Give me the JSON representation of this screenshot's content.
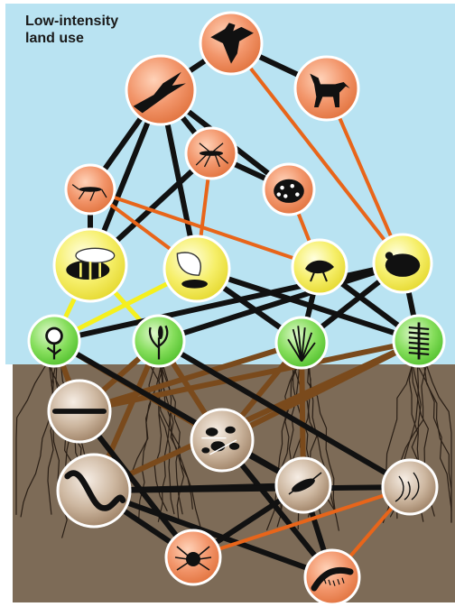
{
  "title": {
    "line1": "Low-intensity",
    "line2": "land use"
  },
  "colors": {
    "sky": "#b9e3f2",
    "soil": "#7d6b57",
    "carnivore_node": "#f0956a",
    "herbivore_node": "#f6ef6a",
    "plant_node": "#7ed957",
    "soil_node": "#c9b59f",
    "black_link": "#111111",
    "orange_link": "#e8651a",
    "yellow_link": "#f5f01e",
    "brown_link": "#7a4a1c"
  },
  "nodes": [
    {
      "id": "raptor",
      "icon": "raptor-icon",
      "group": "carnivore"
    },
    {
      "id": "swallow",
      "icon": "swallow-icon",
      "group": "carnivore"
    },
    {
      "id": "fox",
      "icon": "fox-icon",
      "group": "carnivore"
    },
    {
      "id": "cranefly",
      "icon": "cranefly-icon",
      "group": "carnivore"
    },
    {
      "id": "ladybird",
      "icon": "ladybird-icon",
      "group": "carnivore"
    },
    {
      "id": "lacewing",
      "icon": "lacewing-icon",
      "group": "carnivore"
    },
    {
      "id": "bee",
      "icon": "bee-icon",
      "group": "herbivore"
    },
    {
      "id": "butterfly",
      "icon": "butterfly-icon",
      "group": "herbivore"
    },
    {
      "id": "leafhopper",
      "icon": "leafhopper-icon",
      "group": "herbivore"
    },
    {
      "id": "vole",
      "icon": "vole-icon",
      "group": "herbivore"
    },
    {
      "id": "flower-plant",
      "icon": "flower-icon",
      "group": "plant"
    },
    {
      "id": "herb-plant",
      "icon": "herb-icon",
      "group": "plant"
    },
    {
      "id": "grass-plant",
      "icon": "grass-icon",
      "group": "plant"
    },
    {
      "id": "conifer-plant",
      "icon": "conifer-icon",
      "group": "plant"
    },
    {
      "id": "nematode",
      "icon": "nematode-icon",
      "group": "soil"
    },
    {
      "id": "microbes",
      "icon": "microbes-icon",
      "group": "soil"
    },
    {
      "id": "earthworm",
      "icon": "earthworm-icon",
      "group": "soil"
    },
    {
      "id": "springtail",
      "icon": "springtail-icon",
      "group": "soil"
    },
    {
      "id": "fungi",
      "icon": "fungi-icon",
      "group": "soil"
    },
    {
      "id": "spider",
      "icon": "spider-icon",
      "group": "carnivore"
    },
    {
      "id": "millipede",
      "icon": "millipede-icon",
      "group": "carnivore"
    }
  ],
  "links": [
    {
      "from": "raptor",
      "to": "swallow",
      "color": "black"
    },
    {
      "from": "raptor",
      "to": "fox",
      "color": "black"
    },
    {
      "from": "raptor",
      "to": "vole",
      "color": "orange"
    },
    {
      "from": "swallow",
      "to": "cranefly",
      "color": "black"
    },
    {
      "from": "swallow",
      "to": "lacewing",
      "color": "black"
    },
    {
      "from": "swallow",
      "to": "bee",
      "color": "black"
    },
    {
      "from": "swallow",
      "to": "butterfly",
      "color": "black"
    },
    {
      "from": "swallow",
      "to": "ladybird",
      "color": "black"
    },
    {
      "from": "fox",
      "to": "vole",
      "color": "orange"
    },
    {
      "from": "cranefly",
      "to": "butterfly",
      "color": "orange"
    },
    {
      "from": "cranefly",
      "to": "ladybird",
      "color": "black"
    },
    {
      "from": "cranefly",
      "to": "bee",
      "color": "black"
    },
    {
      "from": "ladybird",
      "to": "leafhopper",
      "color": "orange"
    },
    {
      "from": "lacewing",
      "to": "bee",
      "color": "black"
    },
    {
      "from": "lacewing",
      "to": "leafhopper",
      "color": "orange"
    },
    {
      "from": "lacewing",
      "to": "butterfly",
      "color": "orange"
    },
    {
      "from": "bee",
      "to": "flower-plant",
      "color": "yellow"
    },
    {
      "from": "bee",
      "to": "herb-plant",
      "color": "yellow"
    },
    {
      "from": "butterfly",
      "to": "flower-plant",
      "color": "yellow"
    },
    {
      "from": "butterfly",
      "to": "conifer-plant",
      "color": "black"
    },
    {
      "from": "butterfly",
      "to": "grass-plant",
      "color": "black"
    },
    {
      "from": "leafhopper",
      "to": "conifer-plant",
      "color": "black"
    },
    {
      "from": "leafhopper",
      "to": "grass-plant",
      "color": "black"
    },
    {
      "from": "vole",
      "to": "flower-plant",
      "color": "black"
    },
    {
      "from": "vole",
      "to": "herb-plant",
      "color": "black"
    },
    {
      "from": "vole",
      "to": "grass-plant",
      "color": "black"
    },
    {
      "from": "vole",
      "to": "conifer-plant",
      "color": "black"
    },
    {
      "from": "flower-plant",
      "to": "nematode",
      "color": "brown"
    },
    {
      "from": "flower-plant",
      "to": "microbes",
      "color": "brown"
    },
    {
      "from": "herb-plant",
      "to": "nematode",
      "color": "brown"
    },
    {
      "from": "herb-plant",
      "to": "microbes",
      "color": "brown"
    },
    {
      "from": "herb-plant",
      "to": "earthworm",
      "color": "brown"
    },
    {
      "from": "grass-plant",
      "to": "nematode",
      "color": "brown"
    },
    {
      "from": "grass-plant",
      "to": "microbes",
      "color": "brown"
    },
    {
      "from": "grass-plant",
      "to": "springtail",
      "color": "brown"
    },
    {
      "from": "conifer-plant",
      "to": "nematode",
      "color": "brown"
    },
    {
      "from": "conifer-plant",
      "to": "microbes",
      "color": "brown"
    },
    {
      "from": "conifer-plant",
      "to": "earthworm",
      "color": "brown"
    },
    {
      "from": "herb-plant",
      "to": "fungi",
      "color": "black"
    },
    {
      "from": "flower-plant",
      "to": "springtail",
      "color": "black"
    },
    {
      "from": "nematode",
      "to": "spider",
      "color": "black"
    },
    {
      "from": "earthworm",
      "to": "spider",
      "color": "black"
    },
    {
      "from": "earthworm",
      "to": "millipede",
      "color": "black"
    },
    {
      "from": "earthworm",
      "to": "springtail",
      "color": "black"
    },
    {
      "from": "microbes",
      "to": "millipede",
      "color": "black"
    },
    {
      "from": "microbes",
      "to": "springtail",
      "color": "black"
    },
    {
      "from": "springtail",
      "to": "millipede",
      "color": "black"
    },
    {
      "from": "springtail",
      "to": "spider",
      "color": "black"
    },
    {
      "from": "fungi",
      "to": "spider",
      "color": "orange"
    },
    {
      "from": "fungi",
      "to": "millipede",
      "color": "orange"
    },
    {
      "from": "fungi",
      "to": "earthworm",
      "color": "black"
    }
  ]
}
